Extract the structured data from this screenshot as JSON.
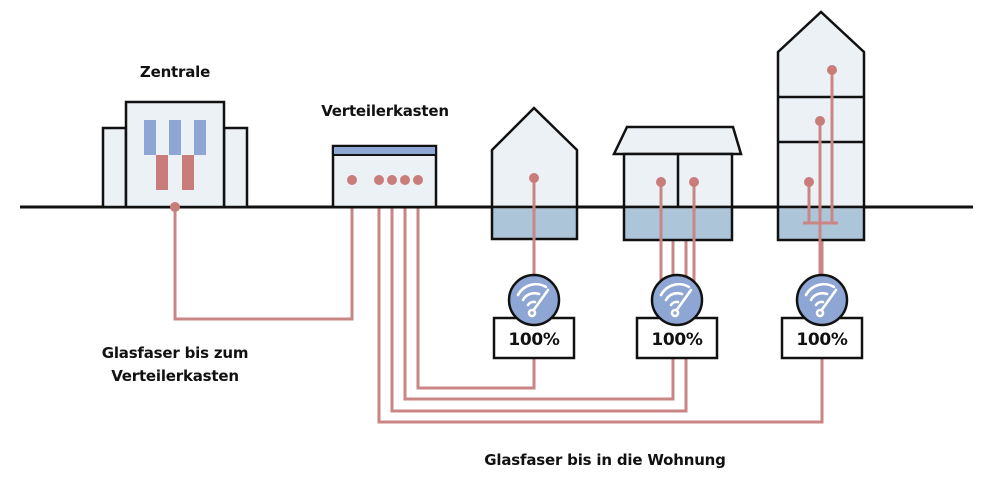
{
  "title": "Glasfaser Netzausbau Diagramm",
  "labels": {
    "zentrale": "Zentrale",
    "verteilerkasten": "Verteilerkasten",
    "fiber_to_cabinet_line1": "Glasfaser bis zum",
    "fiber_to_cabinet_line2": "Verteilerkasten",
    "fiber_to_home": "Glasfaser bis in die Wohnung"
  },
  "buildings": [
    {
      "id": "zentrale",
      "type": "central-office"
    },
    {
      "id": "verteilerkasten",
      "type": "street-cabinet"
    },
    {
      "id": "house-1",
      "type": "single-family-house",
      "floors": 1,
      "connections": 1
    },
    {
      "id": "house-2",
      "type": "duplex-house",
      "units": 2,
      "connections": 2
    },
    {
      "id": "house-3",
      "type": "apartment-building",
      "floors": 3,
      "connections": 3
    }
  ],
  "speed_meters": [
    {
      "id": "house-1",
      "value": "100%",
      "icon": "wifi-speedometer-icon"
    },
    {
      "id": "house-2",
      "value": "100%",
      "icon": "wifi-speedometer-icon"
    },
    {
      "id": "house-3",
      "value": "100%",
      "icon": "wifi-speedometer-icon"
    }
  ],
  "colors": {
    "fiber": "#c98685",
    "building_fill": "#ebf1f5",
    "basement_fill": "#adc5d9",
    "blue_accent": "#8ea6d3",
    "red_accent": "#c97d7b",
    "outline": "#111111"
  }
}
